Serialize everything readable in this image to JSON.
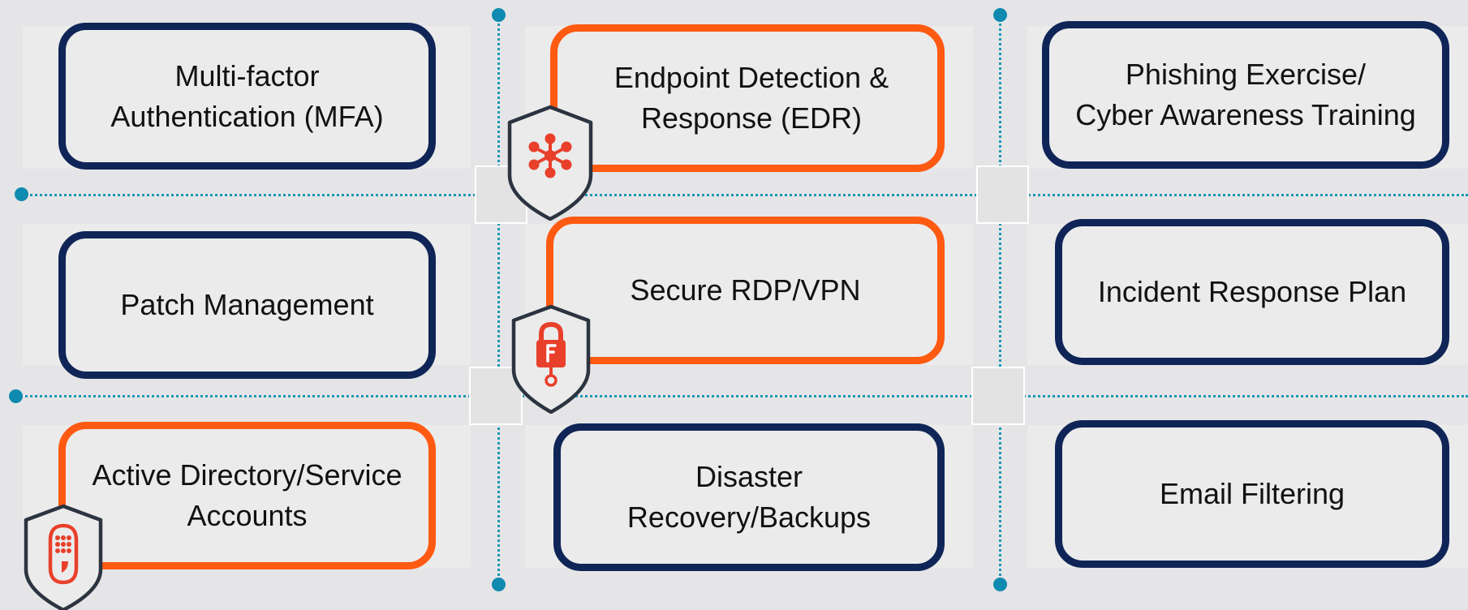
{
  "colors": {
    "background": "#e5e5e7",
    "cell_fill": "#ebebeb",
    "navy_border": "#0f2557",
    "orange_border": "#ff5a12",
    "connector_teal": "#1b98b5",
    "icon_red": "#e8402a",
    "shield_outline": "#2b3440"
  },
  "controls": [
    {
      "label": "Multi-factor\nAuthentication (MFA)",
      "highlight": false
    },
    {
      "label": "Endpoint Detection &\nResponse (EDR)",
      "highlight": true
    },
    {
      "label": "Phishing Exercise/\nCyber Awareness Training",
      "highlight": false
    },
    {
      "label": "Patch Management",
      "highlight": false
    },
    {
      "label": "Secure RDP/VPN",
      "highlight": true
    },
    {
      "label": "Incident Response Plan",
      "highlight": false
    },
    {
      "label": "Active Directory/Service\nAccounts",
      "highlight": true
    },
    {
      "label": "Disaster\nRecovery/Backups",
      "highlight": false
    },
    {
      "label": "Email Filtering",
      "highlight": false
    }
  ],
  "badges": [
    {
      "icon": "network-hub-icon"
    },
    {
      "icon": "padlock-key-icon"
    },
    {
      "icon": "keypad-badge-icon"
    }
  ]
}
